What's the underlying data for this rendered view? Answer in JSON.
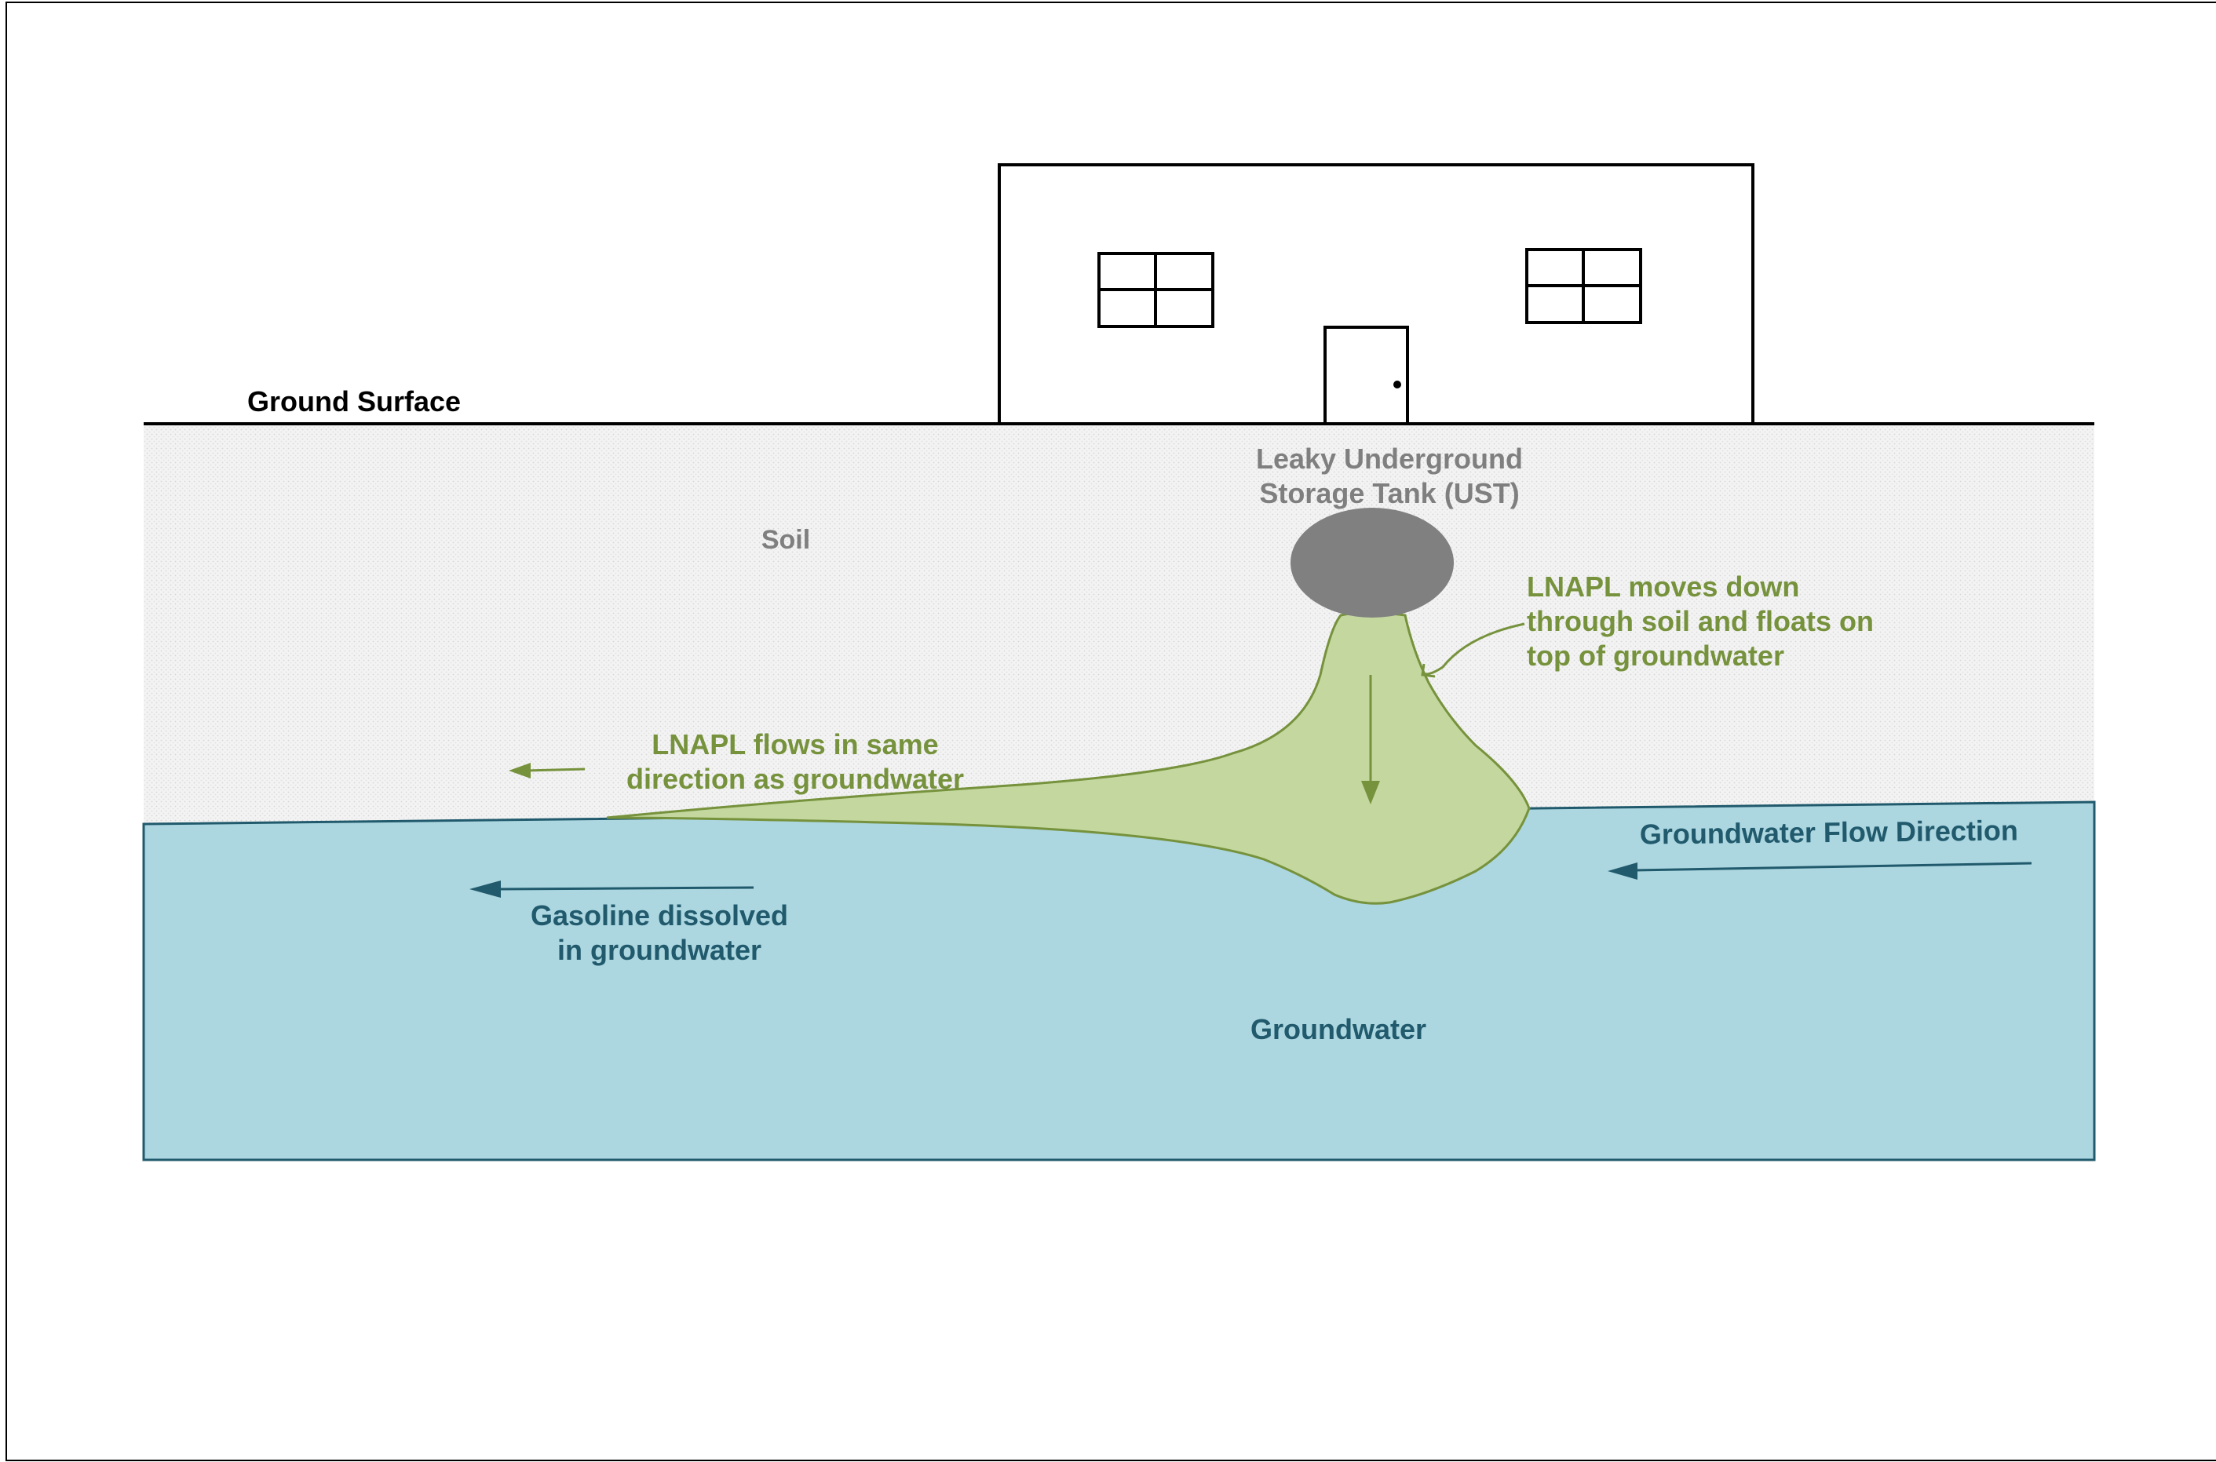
{
  "labels": {
    "ground_surface": "Ground Surface",
    "soil": "Soil",
    "ust_line1": "Leaky Underground",
    "ust_line2": "Storage Tank (UST)",
    "lnapl_moves_line1": "LNAPL moves down",
    "lnapl_moves_line2": "through soil and floats on",
    "lnapl_moves_line3": "top of groundwater",
    "lnapl_flows_line1": "LNAPL flows in same",
    "lnapl_flows_line2": "direction as groundwater",
    "gw_flow_direction": "Groundwater Flow Direction",
    "dissolved_line1": "Gasoline dissolved",
    "dissolved_line2": "in groundwater",
    "groundwater": "Groundwater"
  },
  "colors": {
    "soil": "#f0f0f0",
    "groundwater": "#acd6e0",
    "groundwater_text": "#205a6c",
    "lnapl_fill": "#c3d79e",
    "lnapl_stroke": "#76923c",
    "lnapl_text": "#76923c",
    "tank": "#808080",
    "ust_text": "#7f7f7f",
    "soil_text": "#7f7f7f",
    "line": "#000000"
  }
}
